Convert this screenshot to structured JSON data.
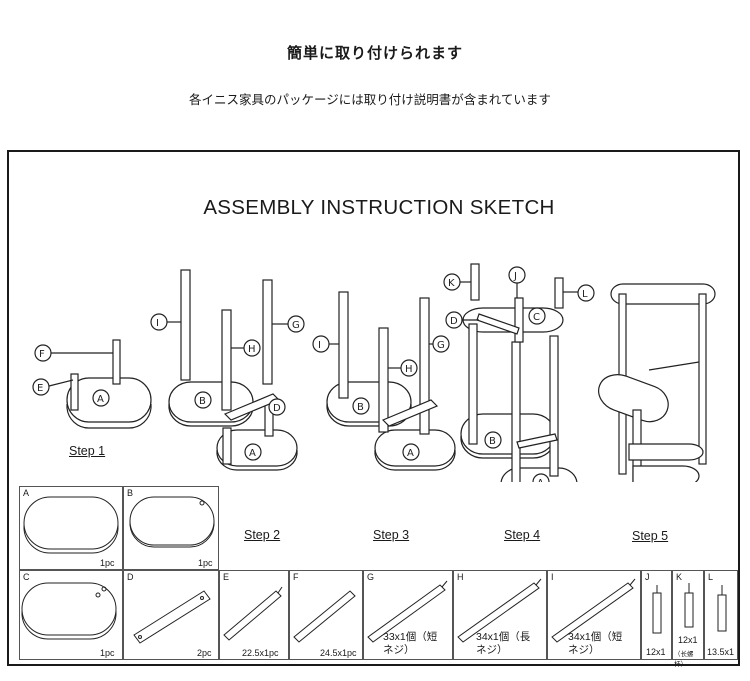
{
  "header": {
    "title": "簡単に取り付けられます",
    "subtitle": "各イニス家具のパッケージには取り付け説明書が含まれています"
  },
  "sheet": {
    "title": "ASSEMBLY INSTRUCTION SKETCH",
    "steps": [
      "Step 1",
      "Step 2",
      "Step 3",
      "Step 4",
      "Step 5"
    ],
    "callouts": [
      "A",
      "B",
      "C",
      "D",
      "E",
      "F",
      "G",
      "H",
      "I",
      "J",
      "K",
      "L"
    ]
  },
  "parts": [
    {
      "letter": "A",
      "qty": "1pc"
    },
    {
      "letter": "B",
      "qty": "1pc"
    },
    {
      "letter": "C",
      "qty": "1pc"
    },
    {
      "letter": "D",
      "qty": "2pc"
    },
    {
      "letter": "E",
      "qty": "22.5x1pc"
    },
    {
      "letter": "F",
      "qty": "24.5x1pc"
    },
    {
      "letter": "G",
      "qty_line1": "33x1個（短",
      "qty_line2": "ネジ）"
    },
    {
      "letter": "H",
      "qty_line1": "34x1個（長",
      "qty_line2": "ネジ）"
    },
    {
      "letter": "I",
      "qty_line1": "34x1個（短",
      "qty_line2": "ネジ）"
    },
    {
      "letter": "J",
      "qty": "12x1"
    },
    {
      "letter": "K",
      "qty_line1": "12x1",
      "qty_line2": "（长螺杆）"
    },
    {
      "letter": "L",
      "qty": "13.5x1"
    }
  ]
}
